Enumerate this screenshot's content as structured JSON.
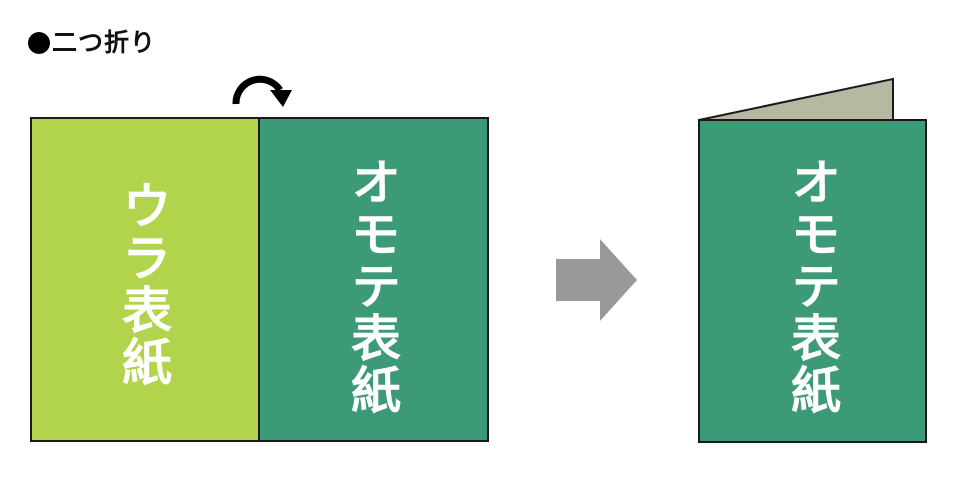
{
  "title": {
    "bullet": "●",
    "text": "二つ折り"
  },
  "colors": {
    "back_cover": "#b2d44c",
    "front_cover": "#3c9a77",
    "inner_flap": "#b4baa2",
    "arrow_gray": "#999999",
    "outline": "#1a1a1a"
  },
  "unfolded": {
    "back_cover_label": "ウラ表紙",
    "front_cover_label": "オモテ表紙"
  },
  "folded": {
    "front_cover_label": "オモテ表紙"
  },
  "icons": {
    "fold_arrow": "curved-arrow-clockwise",
    "result_arrow": "right-arrow"
  }
}
